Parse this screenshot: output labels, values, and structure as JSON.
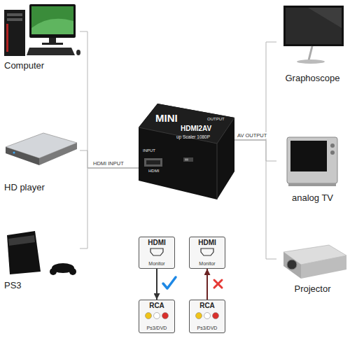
{
  "diagram": {
    "nodes": [
      {
        "text": [
          "Computer"
        ]
      },
      {
        "text": [
          "HD player"
        ]
      },
      {
        "text": [
          "PS3"
        ]
      },
      {
        "text": [
          "MINI",
          "HDMI2AV",
          "up Scaler 1080P",
          "INPUT",
          "OUTPUT",
          "HDMI"
        ]
      },
      {
        "text": [
          "Graphoscope"
        ]
      },
      {
        "text": [
          "analog TV"
        ]
      },
      {
        "text": [
          "Projector"
        ]
      },
      {
        "text": [
          "HDMI",
          "Monitor"
        ]
      },
      {
        "text": [
          "RCA",
          "Ps3/DVD"
        ]
      },
      {
        "text": [
          "HDMI",
          "Monitor"
        ]
      },
      {
        "text": [
          "RCA",
          "Ps3/DVD"
        ]
      }
    ],
    "edges": [
      {
        "from": 0,
        "to": 3,
        "arrow": "none"
      },
      {
        "from": 1,
        "to": 3,
        "label": "HDMI INPUT",
        "arrow": "none"
      },
      {
        "from": 2,
        "to": 3,
        "arrow": "none"
      },
      {
        "from": 3,
        "to": 4,
        "label": "AV OUTPUT",
        "arrow": "none"
      },
      {
        "from": 3,
        "to": 5,
        "arrow": "none"
      },
      {
        "from": 3,
        "to": 6,
        "arrow": "none"
      },
      {
        "from": 7,
        "to": 8,
        "arrow": "to"
      },
      {
        "from": 10,
        "to": 9,
        "arrow": "to"
      }
    ]
  }
}
